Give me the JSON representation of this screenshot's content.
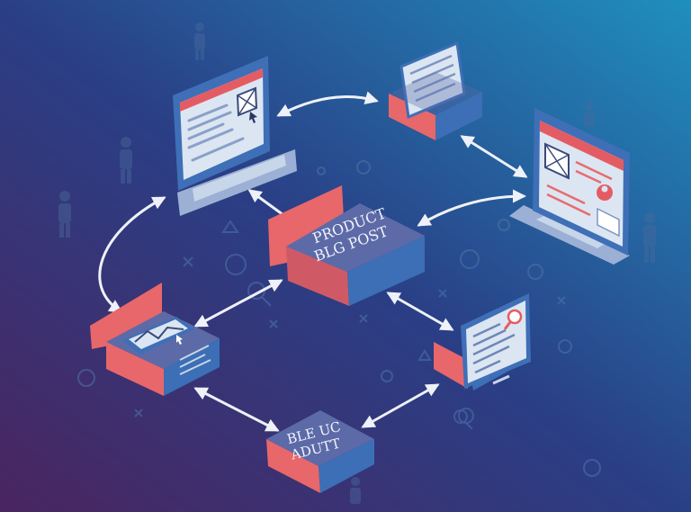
{
  "colors": {
    "bg_top_right": "#1f8fbe",
    "bg_mid": "#2a3f86",
    "bg_bottom_left": "#4a2560",
    "box_top": "#5d6aa8",
    "box_side_left": "#e8676a",
    "box_side_right": "#3c6fb5",
    "screen_frame": "#3e6fb7",
    "screen_face": "#dbe6f2",
    "accent_red": "#e45c63",
    "arrow": "#eef1f8",
    "doodle": "#4d76a8"
  },
  "nodes": {
    "center": {
      "line1": "PRODUCT",
      "line2": "BLG POST"
    },
    "bottom": {
      "line1": "BLE UC",
      "line2": "ADUTT"
    }
  }
}
